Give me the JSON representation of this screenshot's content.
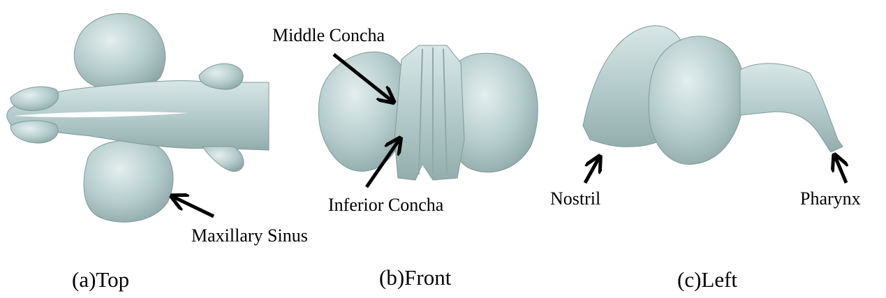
{
  "colors": {
    "model_fill": "#b5cccc",
    "model_shadow": "#8fa9a9",
    "model_highlight": "#e4eeee",
    "arrow": "#000000"
  },
  "panels": [
    {
      "caption": "(a)Top",
      "annotations": [
        "Maxillary Sinus"
      ]
    },
    {
      "caption": "(b)Front",
      "annotations": [
        "Middle Concha",
        "Inferior Concha"
      ]
    },
    {
      "caption": "(c)Left",
      "annotations": [
        "Nostril",
        "Pharynx"
      ]
    }
  ]
}
